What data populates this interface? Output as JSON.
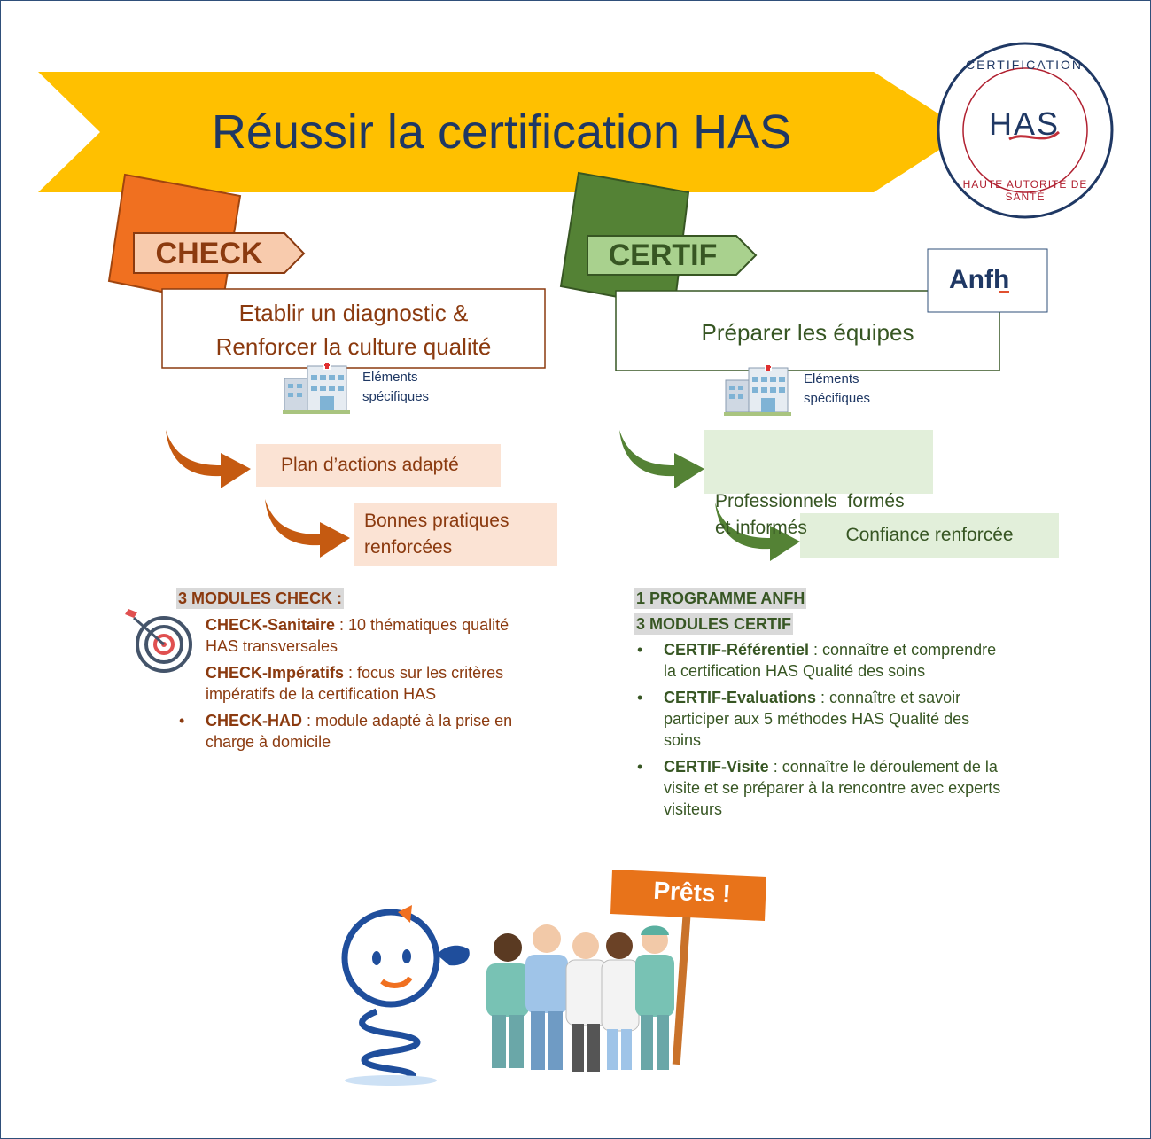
{
  "title": "Réussir la certification HAS",
  "seal": {
    "top_text": "CERTIFICATION",
    "bottom_text": "HAUTE AUTORITÉ DE SANTÉ",
    "center": "HAS"
  },
  "check": {
    "tab": "CHECK",
    "box": [
      "Etablir un diagnostic &",
      "Renforcer la culture qualité"
    ],
    "elements": [
      "Eléments",
      "spécifiques"
    ],
    "outcome1": "Plan d’actions adapté",
    "outcome2": [
      "Bonnes pratiques",
      "renforcées"
    ],
    "modules_header": "3 MODULES CHECK :",
    "modules": [
      {
        "name": "CHECK-Sanitaire",
        "desc": " : 10 thématiques qualité",
        "desc2": "HAS transversales",
        "bullet": ""
      },
      {
        "name": "CHECK-Impératifs",
        "desc": " : focus sur les critères",
        "desc2": "impératifs de la certification HAS",
        "bullet": ""
      },
      {
        "name": "CHECK-HAD",
        "desc": " : module adapté à la prise en",
        "desc2": "charge à domicile",
        "bullet": "•"
      }
    ]
  },
  "certif": {
    "tab": "CERTIF",
    "box": "Préparer les équipes",
    "logo": "Anfh",
    "elements": [
      "Eléments",
      "spécifiques"
    ],
    "outcome1": [
      "Professionnels  formés",
      "et informés"
    ],
    "outcome2": "Confiance renforcée",
    "program_header": "1 PROGRAMME ANFH",
    "modules_header": "3 MODULES CERTIF",
    "modules": [
      {
        "name": "CERTIF-Référentiel",
        "desc": " : connaître et comprendre",
        "desc2": "la certification HAS Qualité des soins",
        "desc3": "",
        "bullet": "•"
      },
      {
        "name": "CERTIF-Evaluations",
        "desc": " : connaître et savoir",
        "desc2": "participer aux 5 méthodes HAS Qualité des",
        "desc3": "soins",
        "bullet": "•"
      },
      {
        "name": "CERTIF-Visite",
        "desc": " : connaître le déroulement de la",
        "desc2": "visite et se préparer à la rencontre avec experts",
        "desc3": "visiteurs",
        "bullet": "•"
      }
    ]
  },
  "sign": "Prêts !",
  "colors": {
    "check_dark": "#8b3a0f",
    "check_orange": "#f07020",
    "check_light": "#f8cbad",
    "certif_dark": "#375623",
    "certif_green": "#548235",
    "certif_light": "#a9d18e",
    "title_arrow": "#ffc000",
    "title_text": "#1f3864",
    "sign_orange": "#e8731a"
  }
}
